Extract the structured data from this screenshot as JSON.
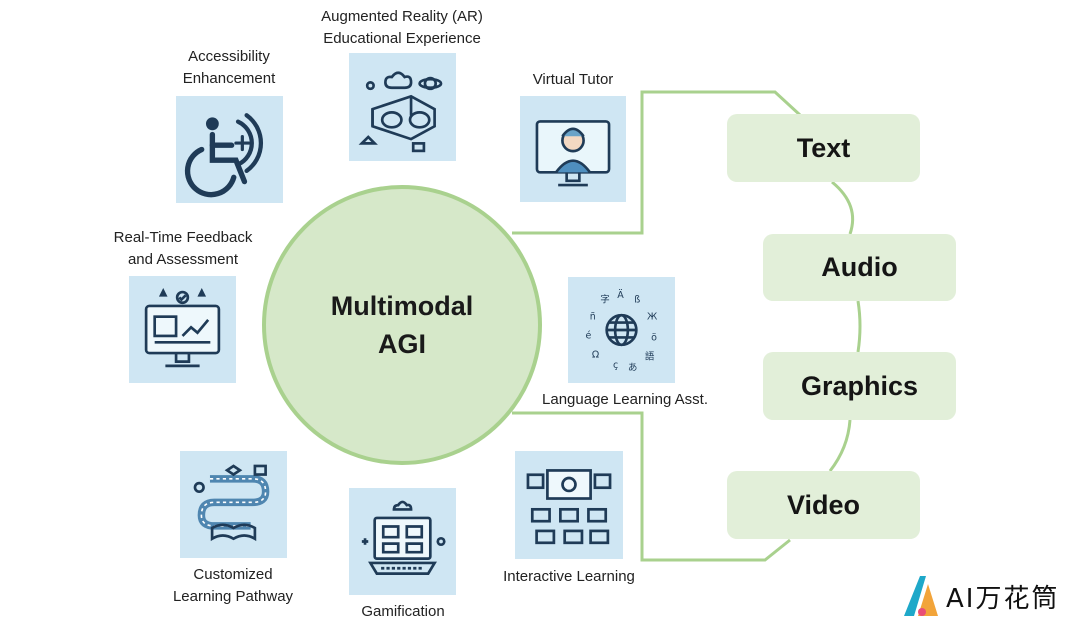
{
  "hub": {
    "line1": "Multimodal",
    "line2": "AGI"
  },
  "modalities": [
    "Text",
    "Audio",
    "Graphics",
    "Video"
  ],
  "applications": {
    "ar": {
      "line1": "Augmented Reality (AR)",
      "line2": "Educational Experience",
      "icon": "vr-headset-icon"
    },
    "accessibility": {
      "line1": "Accessibility",
      "line2": "Enhancement",
      "icon": "wheelchair-icon"
    },
    "tutor": {
      "line1": "Virtual Tutor",
      "icon": "tutor-monitor-icon"
    },
    "feedback": {
      "line1": "Real-Time Feedback",
      "line2": "and Assessment",
      "icon": "dashboard-monitor-icon"
    },
    "language": {
      "line1": "Language Learning Asst.",
      "icon": "globe-languages-icon"
    },
    "pathway": {
      "line1": "Customized",
      "line2": "Learning Pathway",
      "icon": "winding-road-icon"
    },
    "gamification": {
      "line1": "Gamification",
      "icon": "game-screen-icon"
    },
    "interactive": {
      "line1": "Interactive Learning",
      "icon": "classroom-screens-icon"
    }
  },
  "watermark": {
    "text": "AI万花筒"
  },
  "colors": {
    "hub_fill": "#d6e8c9",
    "hub_border": "#a9d18e",
    "module_fill": "#e2efd9",
    "tile_fill": "#cfe6f3",
    "icon_stroke": "#1f3b57"
  }
}
